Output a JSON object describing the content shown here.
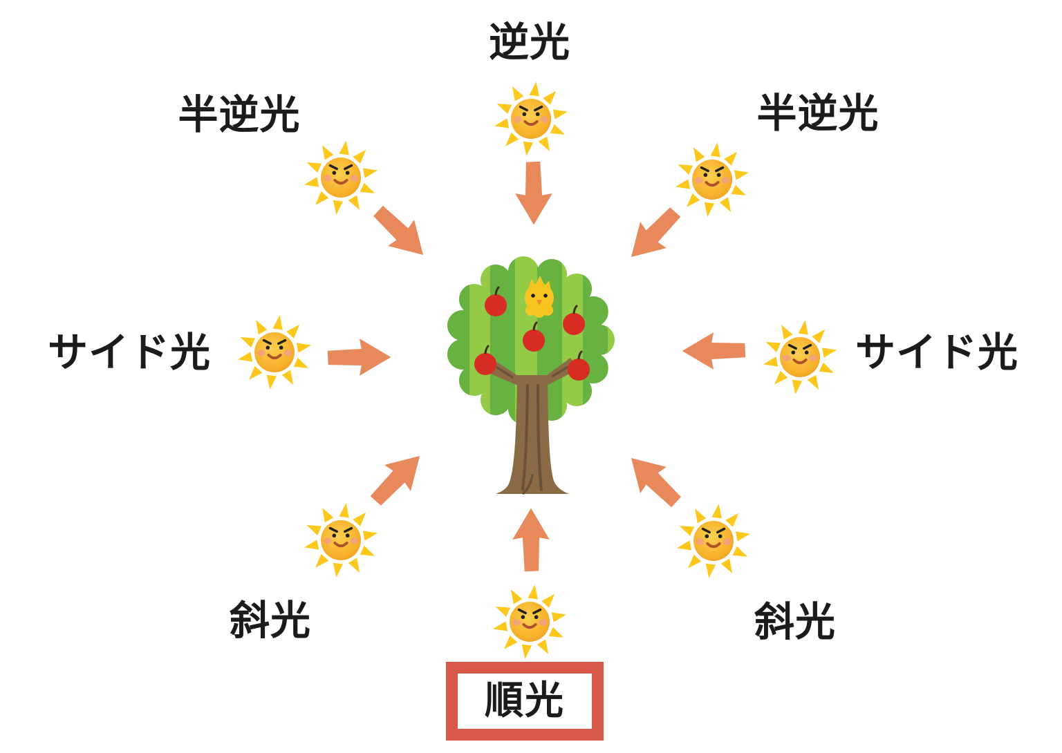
{
  "diagram": {
    "subject": "lighting-directions-around-tree",
    "labels": {
      "top": "逆光",
      "top_left": "半逆光",
      "top_right": "半逆光",
      "left": "サイド光",
      "right": "サイド光",
      "bottom_left": "斜光",
      "bottom_right": "斜光",
      "bottom": "順光"
    },
    "highlighted_label": "順光",
    "colors": {
      "background": "#ffffff",
      "label_text": "#1b1b1b",
      "arrow": "#e8895b",
      "highlight_box_border": "#d8584a",
      "sun_body": "#f6b02e",
      "sun_ray": "#fcc81e",
      "sun_cheek": "#f29d8d",
      "sun_mouth": "#b0512b",
      "tree_green_dark": "#68b242",
      "tree_green_light": "#94cb46",
      "trunk_brown": "#8a6b46",
      "trunk_streak": "#6a523a",
      "apple_red": "#d62c22",
      "chick_yellow": "#f6c51f",
      "chick_beak": "#f08a28"
    }
  }
}
